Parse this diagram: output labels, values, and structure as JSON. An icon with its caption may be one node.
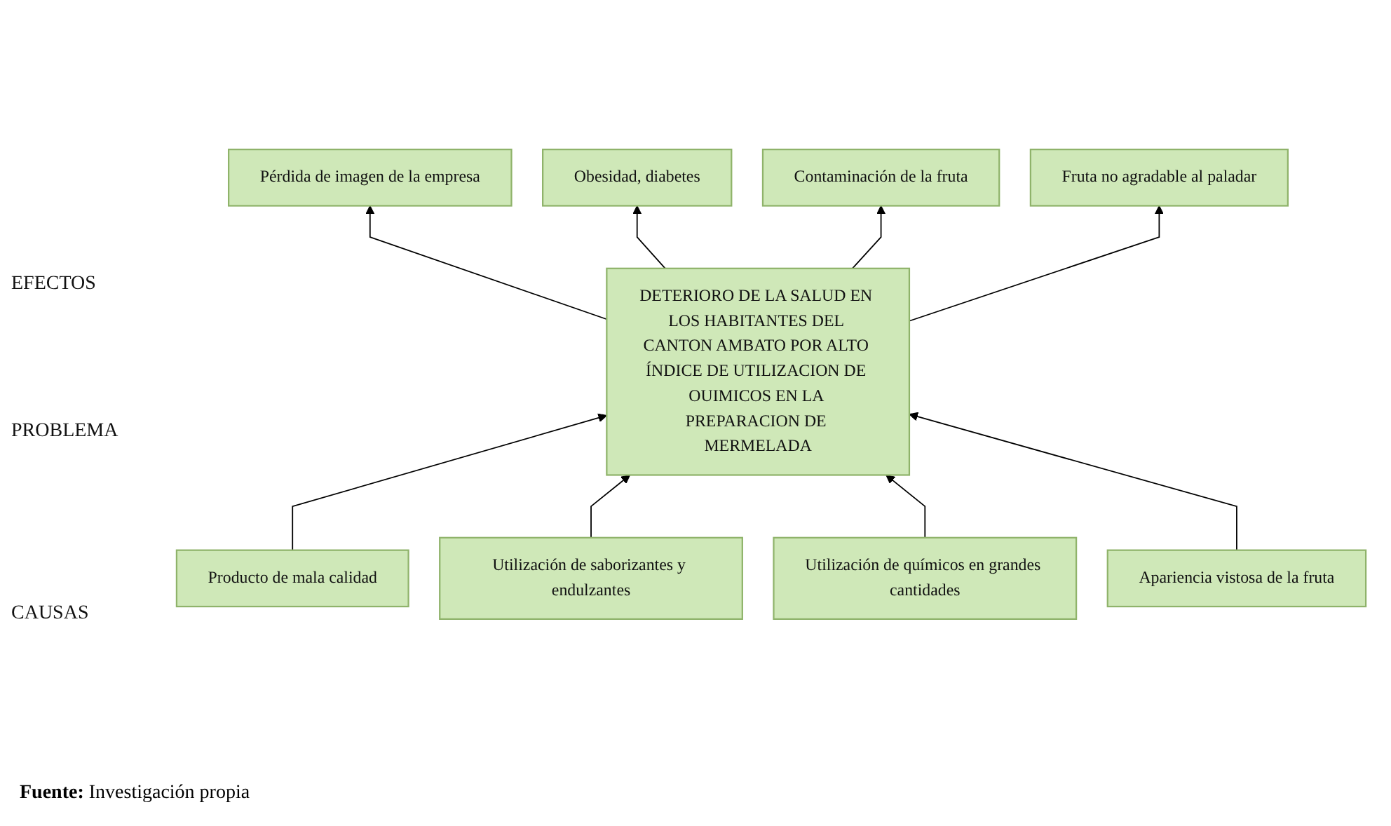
{
  "diagram": {
    "caption": "**Fuente:** Investigación propia",
    "nodes": [
      {
        "text": [
          "Pérdida de imagen de la empresa"
        ]
      },
      {
        "text": [
          "Obesidad, diabetes"
        ]
      },
      {
        "text": [
          "Contaminación de la fruta"
        ]
      },
      {
        "text": [
          "Fruta no agradable al paladar"
        ]
      },
      {
        "text": [
          "DETERIORO DE LA SALUD EN LOS HABITANTES DEL CANTON AMBATO POR ALTO ÍNDICE DE UTILIZACION DE OUIMICOS EN LA PREPARACION DE MERMELADA"
        ]
      },
      {
        "text": [
          "Producto de mala calidad"
        ]
      },
      {
        "text": [
          "Utilización de saborizantes y endulzantes"
        ]
      },
      {
        "text": [
          "Utilización de químicos en grandes cantidades"
        ]
      },
      {
        "text": [
          "Apariencia vistosa de la fruta"
        ]
      }
    ],
    "edges": [
      {
        "from": 4,
        "to": 0,
        "arrow": "to"
      },
      {
        "from": 4,
        "to": 1,
        "arrow": "to"
      },
      {
        "from": 4,
        "to": 2,
        "arrow": "to"
      },
      {
        "from": 4,
        "to": 3,
        "arrow": "to"
      },
      {
        "from": 5,
        "to": 4,
        "arrow": "to"
      },
      {
        "from": 6,
        "to": 4,
        "arrow": "to"
      },
      {
        "from": 7,
        "to": 4,
        "arrow": "to"
      },
      {
        "from": 8,
        "to": 4,
        "arrow": "to"
      }
    ],
    "labels": [
      "EFECTOS",
      "PROBLEMA",
      "CAUSAS"
    ]
  }
}
